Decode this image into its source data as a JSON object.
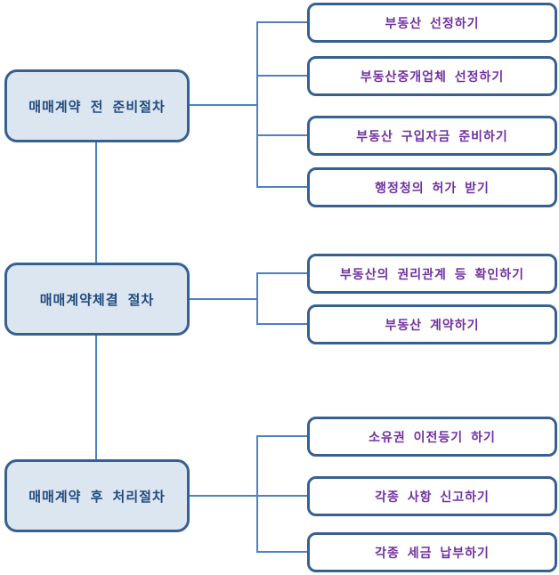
{
  "diagram": {
    "type": "flowchart",
    "colors": {
      "parent_fill": "#dce6f1",
      "parent_border": "#376092",
      "parent_text": "#1f497d",
      "child_border": "#376092",
      "child_text": "#7030a0",
      "connector": "#4f81bd"
    },
    "sections": [
      {
        "parent": "매매계약 전 준비절차",
        "children": [
          "부동산 선정하기",
          "부동산중개업체 선정하기",
          "부동산 구입자금 준비하기",
          "행정청의 허가 받기"
        ]
      },
      {
        "parent": "매매계약체결 절차",
        "children": [
          "부동산의 권리관계 등 확인하기",
          "부동산 계약하기"
        ]
      },
      {
        "parent": "매매계약 후 처리절차",
        "children": [
          "소유권 이전등기 하기",
          "각종 사항 신고하기",
          "각종 세금 납부하기"
        ]
      }
    ]
  }
}
